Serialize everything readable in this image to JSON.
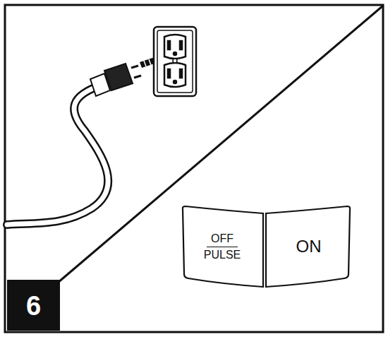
{
  "diagram": {
    "nodes": [
      {
        "text": [
          "OFF",
          "PULSE"
        ]
      },
      {
        "text": [
          "ON"
        ]
      },
      {
        "text": [
          "6"
        ]
      }
    ]
  }
}
